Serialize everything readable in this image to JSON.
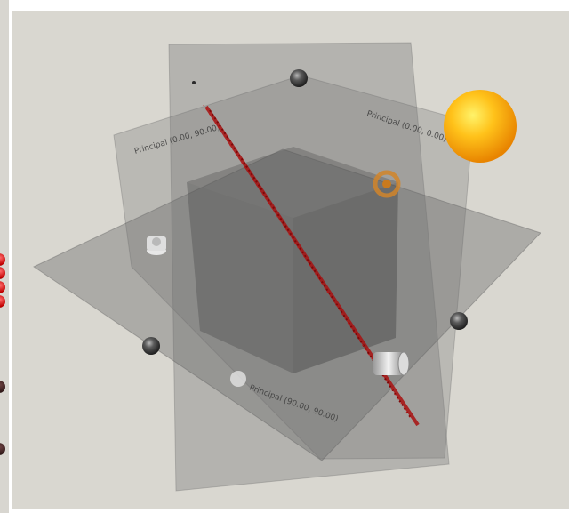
{
  "viewer": {
    "planes": [
      {
        "label": "Principal (0.00, 90.00)"
      },
      {
        "label": "Principal (0.00, 0.00)"
      },
      {
        "label": "Principal (90.00, 90.00)"
      }
    ]
  },
  "colors": {
    "background": "#d9d7d0",
    "plane": "#7a7a7a",
    "cube": "#555555",
    "trajectory": "#a81010",
    "sun": "#f5a400",
    "handle": "#3c3c3c"
  },
  "icons": {
    "light": "sun-icon",
    "camera": "camera-icon",
    "rotate_handle": "sphere-handle-icon",
    "cylinder": "cylinder-icon",
    "target": "target-icon"
  }
}
